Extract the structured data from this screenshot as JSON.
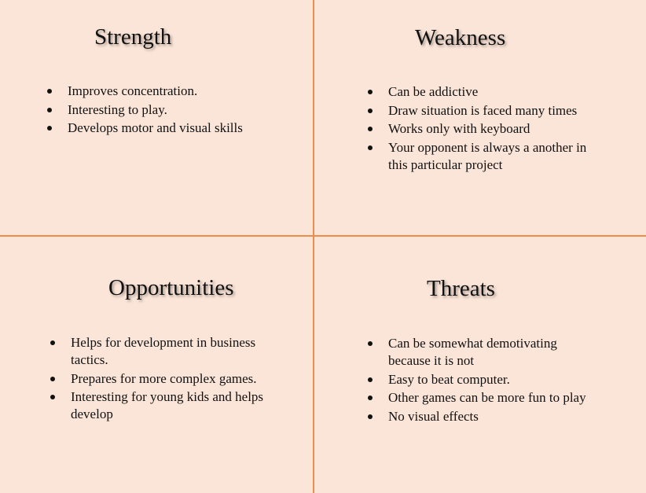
{
  "quadrants": {
    "strength": {
      "title": "Strength",
      "items": [
        "Improves concentration.",
        "Interesting to play.",
        "Develops motor and visual skills"
      ]
    },
    "weakness": {
      "title": "Weakness",
      "items": [
        "Can be addictive",
        "Draw situation is faced many times",
        "Works only with keyboard",
        "Your opponent is always a another in this particular project"
      ]
    },
    "opportunities": {
      "title": "Opportunities",
      "items": [
        "Helps for development in business tactics.",
        "Prepares for more complex games.",
        "Interesting for young kids and helps develop"
      ]
    },
    "threats": {
      "title": "Threats",
      "items": [
        "Can be somewhat demotivating because it is not",
        "Easy to beat computer.",
        "Other games can be more fun to play",
        "No visual effects"
      ]
    }
  },
  "colors": {
    "background": "#fbe5d8",
    "divider": "#ec8d4c",
    "text": "#111111"
  }
}
